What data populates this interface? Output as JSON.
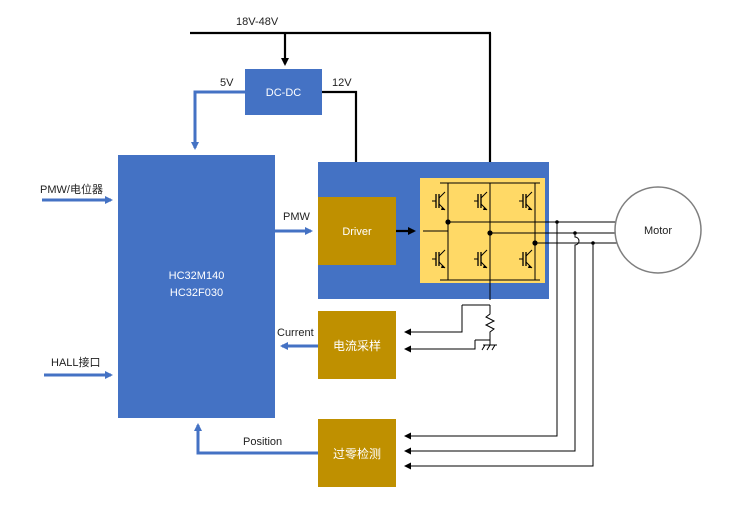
{
  "supply_label": "18V-48V",
  "dcdc": {
    "label": "DC-DC",
    "out_left": "5V",
    "out_right": "12V"
  },
  "mcu": {
    "line1": "HC32M140",
    "line2": "HC32F030"
  },
  "inputs": {
    "pwm_pot": "PMW/电位器",
    "hall": "HALL接口"
  },
  "signals": {
    "pmw": "PMW",
    "current": "Current",
    "position": "Position"
  },
  "driver": {
    "label": "Driver"
  },
  "current_sense": {
    "label": "电流采样"
  },
  "zero_cross": {
    "label": "过零检测"
  },
  "motor": {
    "label": "Motor"
  },
  "colors": {
    "blue": "#4472C4",
    "gold": "#BF9000",
    "yellow": "#FFD966",
    "black": "#000000"
  }
}
